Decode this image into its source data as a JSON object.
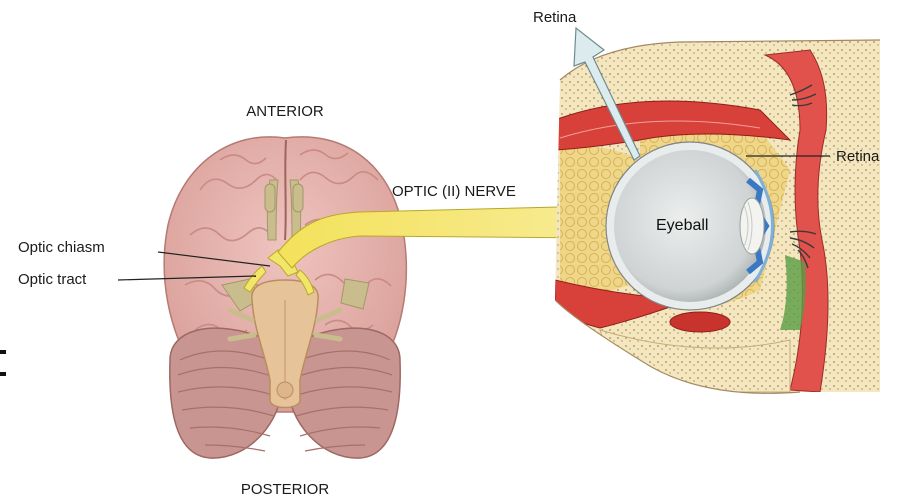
{
  "labels": {
    "anterior": "ANTERIOR",
    "posterior": "POSTERIOR",
    "optic_nerve": "OPTIC (II) NERVE",
    "optic_chiasm": "Optic chiasm",
    "optic_tract": "Optic tract",
    "retina_top": "Retina",
    "retina_right": "Retina",
    "eyeball": "Eyeball"
  },
  "colors": {
    "cerebrum": "#e7b2ad",
    "cerebellum": "#c99590",
    "brainstem": "#e7c39a",
    "optic_pathway": "#f2e66a",
    "olfactory": "#c9bd8d",
    "muscle": "#d8403a",
    "fat": "#efd58d",
    "bone": "#f3e6bf",
    "eyeball_interior": "#d9dbdb",
    "lens": "#f3f3f0",
    "iris": "#3b78c4",
    "arrow": "#dcecee"
  }
}
